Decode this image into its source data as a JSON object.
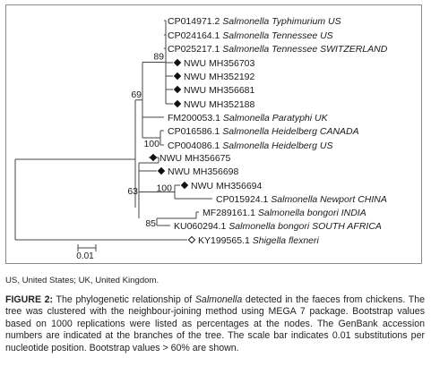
{
  "tree": {
    "leaves": [
      {
        "id": "t1",
        "accession": "CP014971.2",
        "name": "Salmonella Typhimurium",
        "suffix": " US",
        "marker": ""
      },
      {
        "id": "t2",
        "accession": "CP024164.1",
        "name": "Salmonella Tennessee",
        "suffix": " US",
        "marker": ""
      },
      {
        "id": "t3",
        "accession": "CP025217.1",
        "name": "Salmonella Tennessee",
        "suffix": " SWITZERLAND",
        "marker": ""
      },
      {
        "id": "t4",
        "accession": "NWU MH356703",
        "name": "",
        "suffix": "",
        "marker": "diamond"
      },
      {
        "id": "t5",
        "accession": "NWU MH352192",
        "name": "",
        "suffix": "",
        "marker": "diamond"
      },
      {
        "id": "t6",
        "accession": "NWU MH356681",
        "name": "",
        "suffix": "",
        "marker": "diamond"
      },
      {
        "id": "t7",
        "accession": "NWU MH352188",
        "name": "",
        "suffix": "",
        "marker": "diamond"
      },
      {
        "id": "t8",
        "accession": "FM200053.1",
        "name": "Salmonella Paratyphi",
        "suffix": " UK",
        "marker": ""
      },
      {
        "id": "t9",
        "accession": "CP016586.1",
        "name": "Salmonella Heidelberg",
        "suffix": " CANADA",
        "marker": ""
      },
      {
        "id": "t10",
        "accession": "CP004086.1",
        "name": "Salmonella Heidelberg",
        "suffix": " US",
        "marker": ""
      },
      {
        "id": "t11",
        "accession": "NWU MH356675",
        "name": "",
        "suffix": "",
        "marker": "diamond"
      },
      {
        "id": "t12",
        "accession": "NWU MH356698",
        "name": "",
        "suffix": "",
        "marker": "diamond"
      },
      {
        "id": "t13",
        "accession": "NWU MH356694",
        "name": "",
        "suffix": "",
        "marker": "diamond"
      },
      {
        "id": "t14",
        "accession": "CP015924.1",
        "name": "Salmonella Newport",
        "suffix": " CHINA",
        "marker": ""
      },
      {
        "id": "t15",
        "accession": "MF289161.1",
        "name": "Salmonella bongori",
        "suffix": " INDIA",
        "marker": ""
      },
      {
        "id": "t16",
        "accession": "KU060294.1",
        "name": "Salmonella bongori",
        "suffix": " SOUTH AFRICA",
        "marker": ""
      },
      {
        "id": "t17",
        "accession": "KY199565.1",
        "name": "Shigella flexneri",
        "suffix": "",
        "marker": "open-diamond"
      }
    ],
    "bootstrap": [
      {
        "node": "n89",
        "value": "89"
      },
      {
        "node": "n69",
        "value": "69"
      },
      {
        "node": "n100a",
        "value": "100"
      },
      {
        "node": "n100b",
        "value": "100"
      },
      {
        "node": "n63",
        "value": "63"
      },
      {
        "node": "n85",
        "value": "85"
      }
    ],
    "scale_bar": {
      "label": "0.01",
      "substitutions": 0.01
    }
  },
  "footnote": "US, United States; UK, United Kingdom.",
  "caption": {
    "label": "FIGURE 2:",
    "part1": " The phylogenetic relationship of ",
    "italic": "Salmonella",
    "part2": " detected in the faeces from chickens. The tree was clustered with the neighbour-joining method using MEGA 7 package. Bootstrap values based on 1000 replications were listed as percentages at the nodes. The GenBank accession numbers are indicated at the branches of the tree. The scale bar indicates 0.01 substitutions per nucleotide position. Bootstrap values > 60% are shown."
  }
}
